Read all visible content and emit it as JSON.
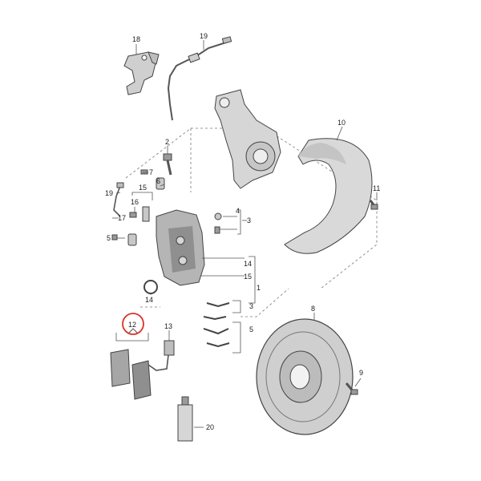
{
  "diagram": {
    "callouts": [
      {
        "id": "c18",
        "text": "18"
      },
      {
        "id": "c19a",
        "text": "19"
      },
      {
        "id": "c10",
        "text": "10"
      },
      {
        "id": "c2",
        "text": "2"
      },
      {
        "id": "c7",
        "text": "7"
      },
      {
        "id": "c6",
        "text": "6"
      },
      {
        "id": "c19b",
        "text": "19"
      },
      {
        "id": "c15a",
        "text": "15"
      },
      {
        "id": "c16",
        "text": "16"
      },
      {
        "id": "c17",
        "text": "17"
      },
      {
        "id": "c5a",
        "text": "5"
      },
      {
        "id": "c4",
        "text": "4"
      },
      {
        "id": "c3a",
        "text": "3"
      },
      {
        "id": "c11",
        "text": "11"
      },
      {
        "id": "c14a",
        "text": "14"
      },
      {
        "id": "c15b",
        "text": "15"
      },
      {
        "id": "c1",
        "text": "1"
      },
      {
        "id": "c14b",
        "text": "14"
      },
      {
        "id": "c3b",
        "text": "3"
      },
      {
        "id": "c5b",
        "text": "5"
      },
      {
        "id": "c8",
        "text": "8"
      },
      {
        "id": "c12",
        "text": "12"
      },
      {
        "id": "c13",
        "text": "13"
      },
      {
        "id": "c9",
        "text": "9"
      },
      {
        "id": "c20",
        "text": "20"
      }
    ],
    "highlight": {
      "callout": "12",
      "color": "#d9342b"
    },
    "colors": {
      "part_fill": "#dcdcdc",
      "part_dark": "#9a9a9a",
      "line": "#555555"
    }
  }
}
